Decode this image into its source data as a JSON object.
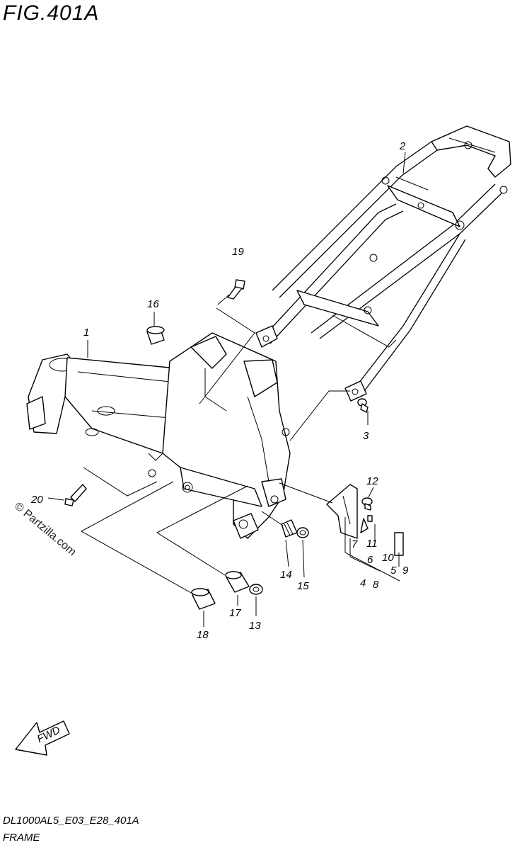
{
  "figure": {
    "title": "FIG.401A",
    "model_code": "DL1000AL5_E03_E28_401A",
    "name": "FRAME",
    "watermark": "© Partzilla.com",
    "direction_label": "FWD"
  },
  "callouts": [
    {
      "id": "c1",
      "label": "1"
    },
    {
      "id": "c2",
      "label": "2"
    },
    {
      "id": "c3",
      "label": "3"
    },
    {
      "id": "c4",
      "label": "4"
    },
    {
      "id": "c5",
      "label": "5"
    },
    {
      "id": "c6",
      "label": "6"
    },
    {
      "id": "c7",
      "label": "7"
    },
    {
      "id": "c8",
      "label": "8"
    },
    {
      "id": "c9",
      "label": "9"
    },
    {
      "id": "c10",
      "label": "10"
    },
    {
      "id": "c11",
      "label": "11"
    },
    {
      "id": "c12",
      "label": "12"
    },
    {
      "id": "c13",
      "label": "13"
    },
    {
      "id": "c14",
      "label": "14"
    },
    {
      "id": "c15",
      "label": "15"
    },
    {
      "id": "c16",
      "label": "16"
    },
    {
      "id": "c17",
      "label": "17"
    },
    {
      "id": "c18",
      "label": "18"
    },
    {
      "id": "c19",
      "label": "19"
    },
    {
      "id": "c20",
      "label": "20"
    }
  ]
}
